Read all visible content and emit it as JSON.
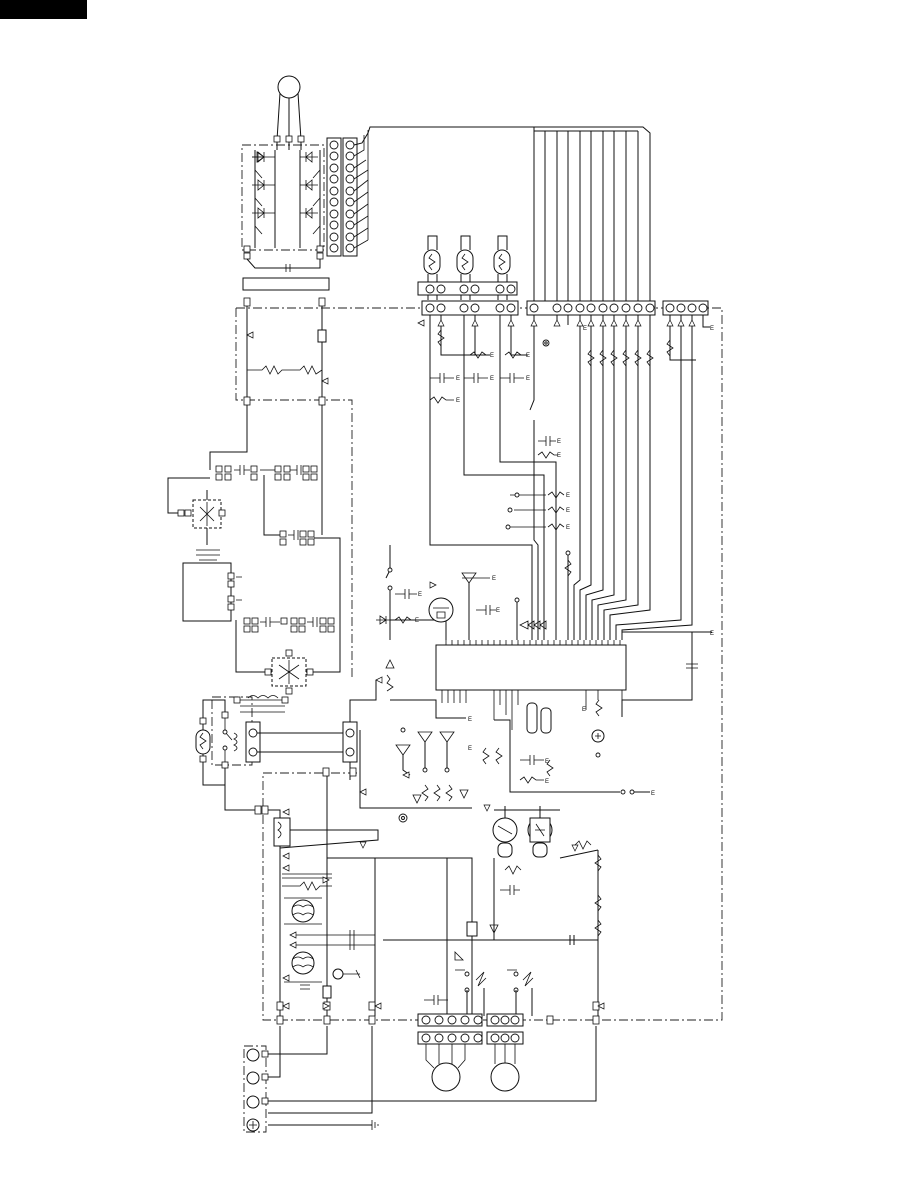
{
  "page": {
    "corner_tab": "",
    "ground_label": "E"
  },
  "diagram": {
    "kind": "wiring schematic",
    "components": [
      "motor-top",
      "ipm-bridge",
      "terminal-strip-top",
      "thermistors",
      "connector-row-left",
      "connector-row-mid",
      "connector-row-right",
      "microcontroller",
      "relay-block",
      "power-transformers",
      "fan-motor-left",
      "fan-motor-right",
      "mains-terminals"
    ]
  }
}
